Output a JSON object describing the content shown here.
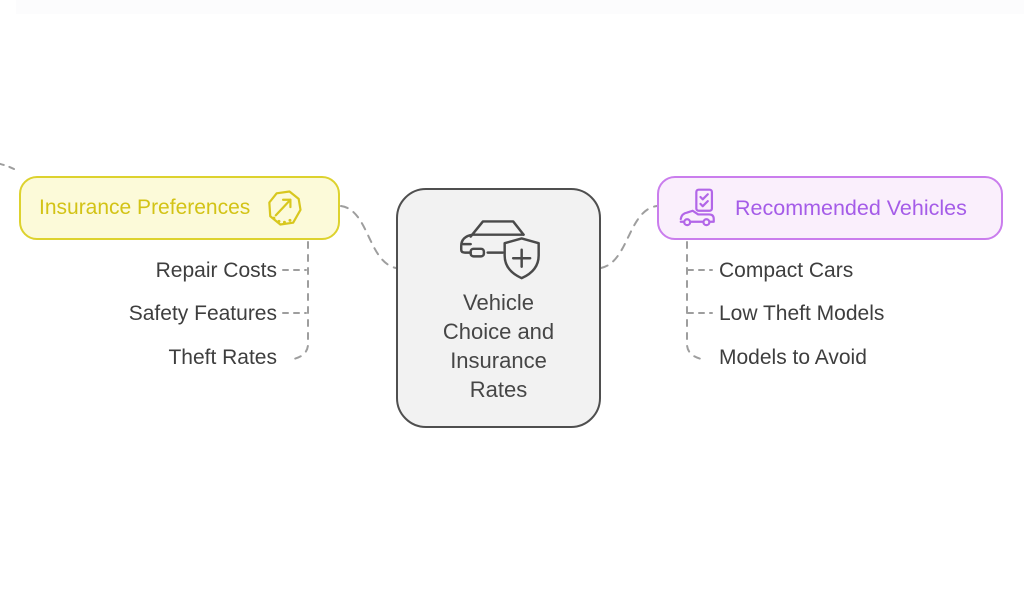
{
  "diagram": {
    "type": "mindmap",
    "background": "#ffffff",
    "connector": {
      "color": "#9e9e9e",
      "style": "dashed"
    }
  },
  "center_node": {
    "title": "Vehicle Choice and Insurance Rates",
    "lines": [
      "Vehicle",
      "Choice and",
      "Insurance",
      "Rates"
    ],
    "icon": "car-shield-plus-icon",
    "fill": "#f2f2f2",
    "border_color": "#4f4f4f",
    "text_color": "#464646"
  },
  "left_branch": {
    "title": "Insurance Preferences",
    "icon": "handshake-icon",
    "fill": "#fcfad9",
    "border_color": "#ddd22e",
    "text_color": "#d3c316",
    "items": [
      {
        "label": "Repair Costs"
      },
      {
        "label": "Safety Features"
      },
      {
        "label": "Theft Rates"
      }
    ]
  },
  "right_branch": {
    "title": "Recommended Vehicles",
    "icon": "car-checklist-icon",
    "fill": "#faeffc",
    "border_color": "#ca7ded",
    "text_color": "#a55ce8",
    "items": [
      {
        "label": "Compact Cars"
      },
      {
        "label": "Low Theft Models"
      },
      {
        "label": "Models to Avoid"
      }
    ]
  }
}
